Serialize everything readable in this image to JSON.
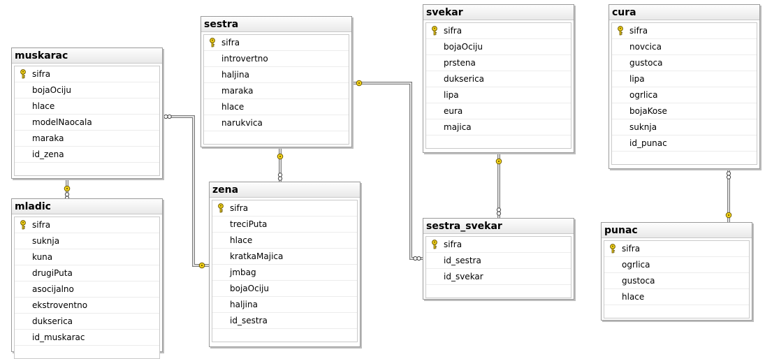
{
  "tables": [
    {
      "id": "muskarac",
      "name": "muskarac",
      "pk": "sifra",
      "columns": [
        "sifra",
        "bojaOciju",
        "hlace",
        "modelNaocala",
        "maraka",
        "id_zena"
      ]
    },
    {
      "id": "mladic",
      "name": "mladic",
      "pk": "sifra",
      "columns": [
        "sifra",
        "suknja",
        "kuna",
        "drugiPuta",
        "asocijalno",
        "ekstroventno",
        "dukserica",
        "id_muskarac"
      ]
    },
    {
      "id": "sestra",
      "name": "sestra",
      "pk": "sifra",
      "columns": [
        "sifra",
        "introvertno",
        "haljina",
        "maraka",
        "hlace",
        "narukvica"
      ]
    },
    {
      "id": "zena",
      "name": "zena",
      "pk": "sifra",
      "columns": [
        "sifra",
        "treciPuta",
        "hlace",
        "kratkaMajica",
        "jmbag",
        "bojaOciju",
        "haljina",
        "id_sestra"
      ]
    },
    {
      "id": "svekar",
      "name": "svekar",
      "pk": "sifra",
      "columns": [
        "sifra",
        "bojaOciju",
        "prstena",
        "dukserica",
        "lipa",
        "eura",
        "majica"
      ]
    },
    {
      "id": "sestra_svekar",
      "name": "sestra_svekar",
      "pk": "sifra",
      "columns": [
        "sifra",
        "id_sestra",
        "id_svekar"
      ]
    },
    {
      "id": "cura",
      "name": "cura",
      "pk": "sifra",
      "columns": [
        "sifra",
        "novcica",
        "gustoca",
        "lipa",
        "ogrlica",
        "bojaKose",
        "suknja",
        "id_punac"
      ]
    },
    {
      "id": "punac",
      "name": "punac",
      "pk": "sifra",
      "columns": [
        "sifra",
        "ogrlica",
        "gustoca",
        "hlace"
      ]
    }
  ],
  "relationships": [
    {
      "from": "muskarac",
      "to": "mladic"
    },
    {
      "from": "muskarac",
      "to": "zena"
    },
    {
      "from": "sestra",
      "to": "zena"
    },
    {
      "from": "sestra",
      "to": "sestra_svekar"
    },
    {
      "from": "svekar",
      "to": "sestra_svekar"
    },
    {
      "from": "cura",
      "to": "punac"
    }
  ],
  "colors": {
    "key_yellow": "#f2d21a",
    "key_outline": "#6e5a00",
    "line": "#7a7a7a"
  }
}
